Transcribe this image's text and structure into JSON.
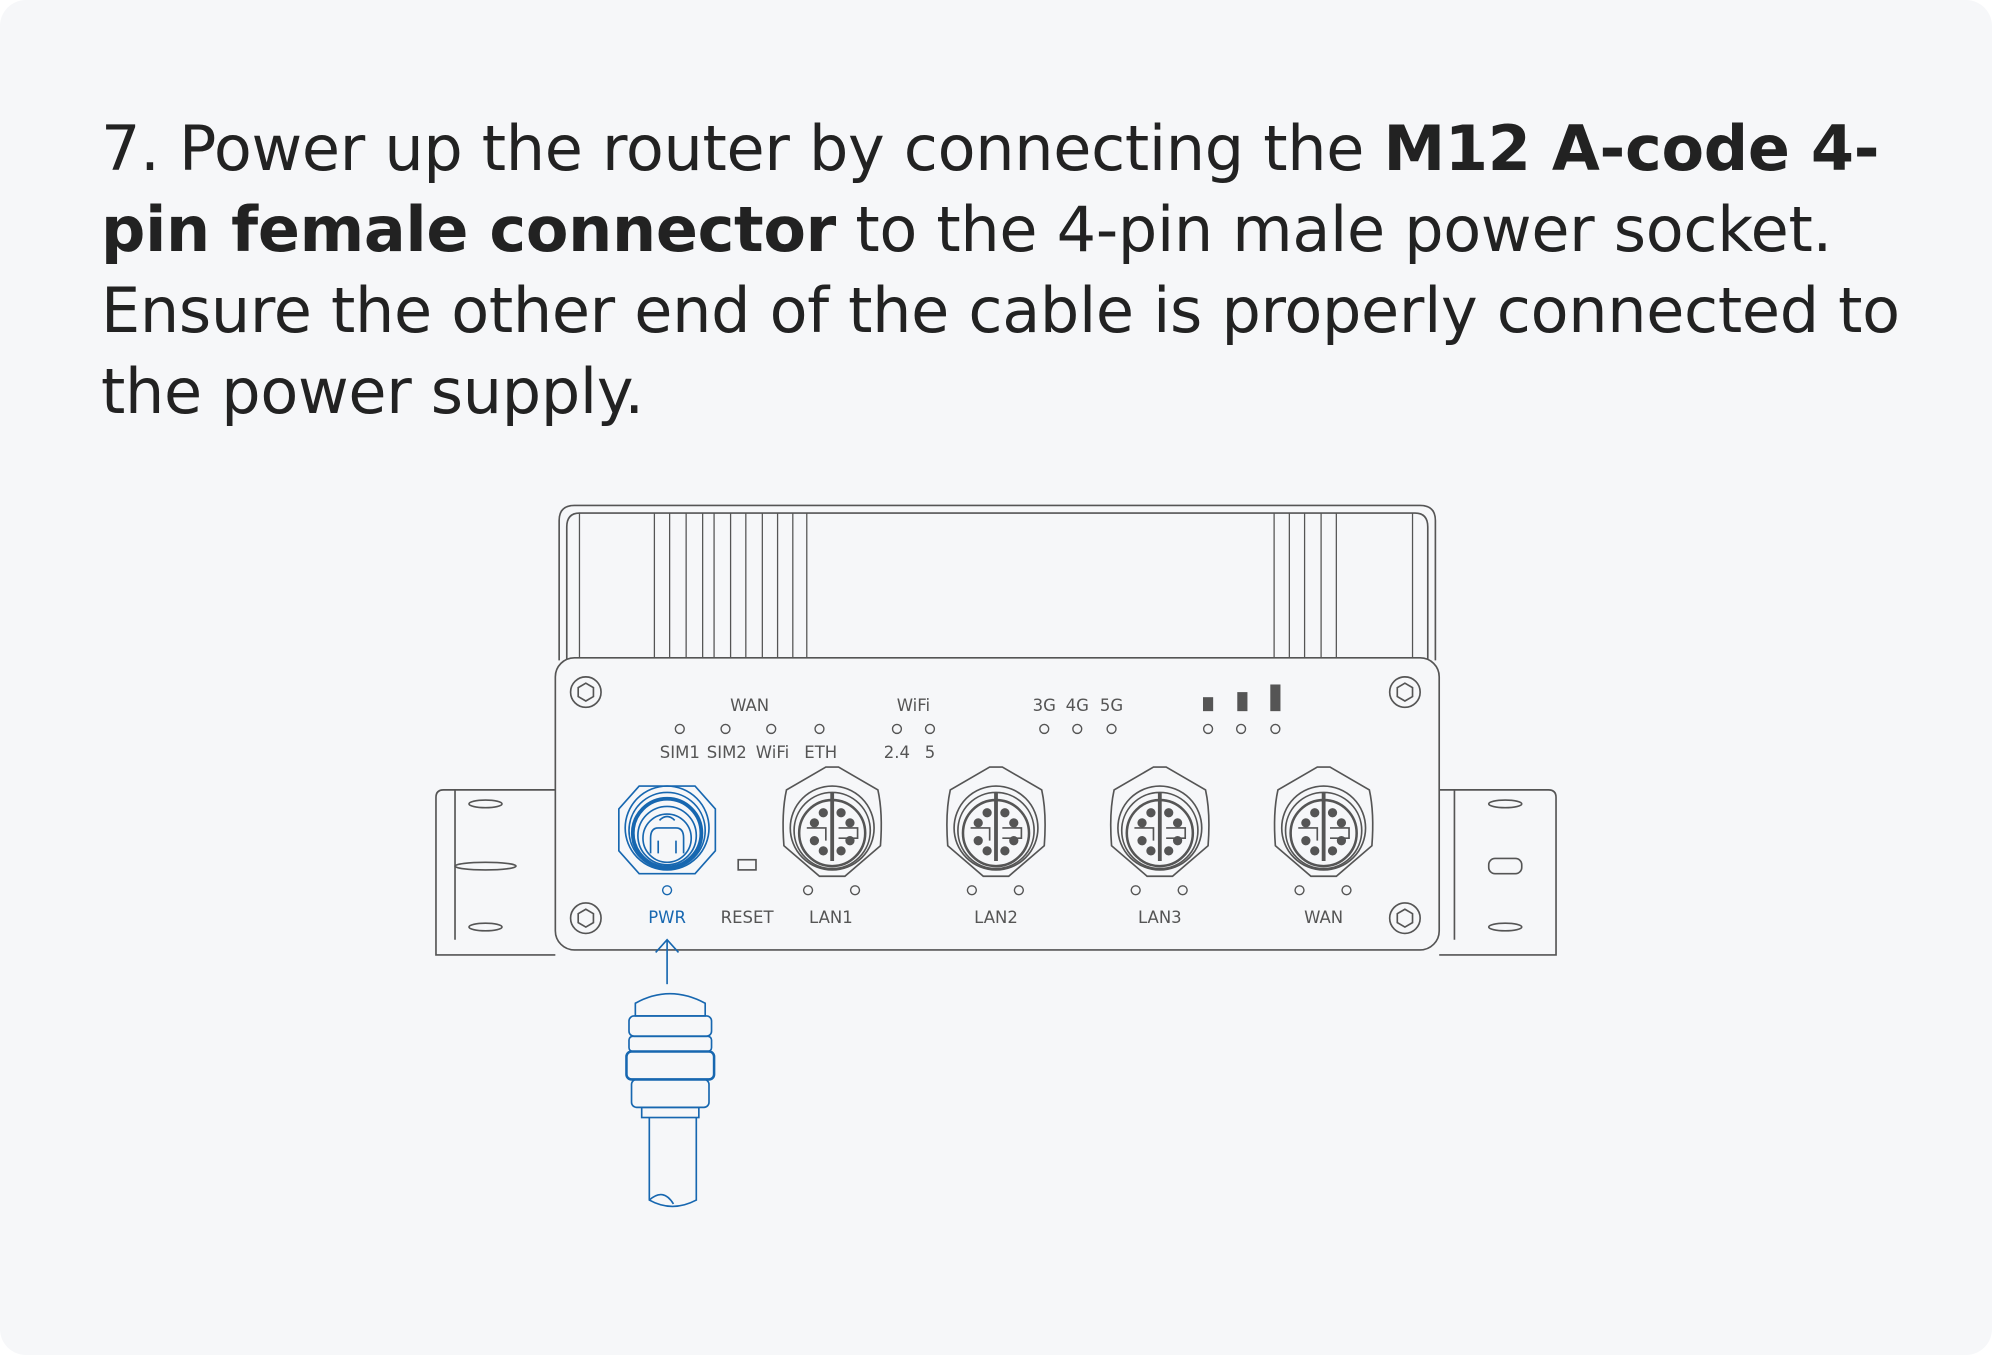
{
  "instruction": {
    "step": "7.",
    "part1": " Power up the router by connecting the ",
    "bold1": "M12 A-code 4-pin female connector",
    "part2": " to the 4-pin male power socket. Ensure the other end of the cable is properly connected to the power supply."
  },
  "router": {
    "led_groups": {
      "wan_title": "WAN",
      "wan_leds": [
        "SIM1",
        "SIM2",
        "WiFi",
        "ETH"
      ],
      "wifi_title": "WiFi",
      "wifi_leds": [
        "2.4",
        "5"
      ],
      "mobile_leds": [
        "3G",
        "4G",
        "5G"
      ]
    },
    "ports": {
      "pwr": "PWR",
      "reset": "RESET",
      "lan1": "LAN1",
      "lan2": "LAN2",
      "lan3": "LAN3",
      "wan": "WAN"
    }
  },
  "colors": {
    "accent": "#1767b0",
    "line": "#555555",
    "background": "#f6f7f9"
  }
}
